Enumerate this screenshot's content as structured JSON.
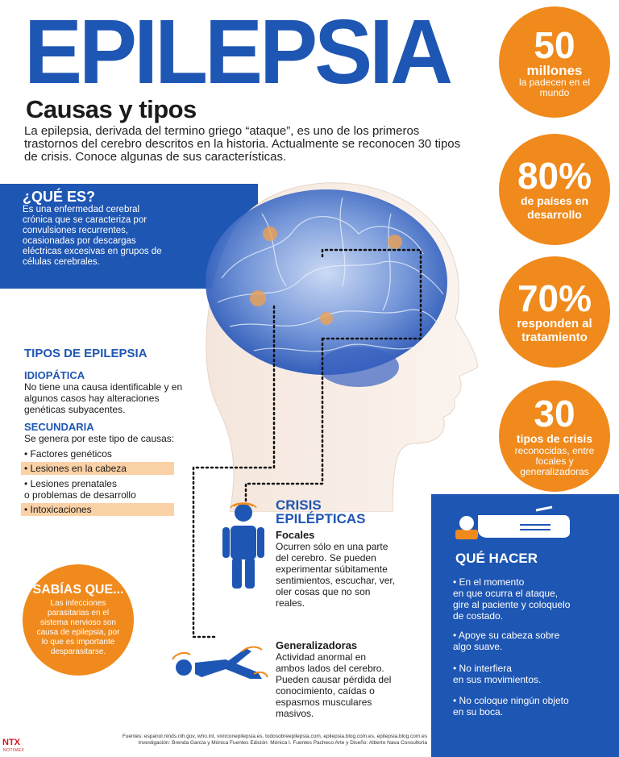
{
  "header": {
    "title": "EPILEPSIA",
    "subtitle": "Causas y tipos",
    "intro": "La epilepsia, derivada del termino griego “ataque”, es uno de los primeros trastornos del cerebro descritos en la historia. Actualmente se reconocen 30 tipos de crisis. Conoce algunas de sus características."
  },
  "stats": [
    {
      "num": "50",
      "l1": "millones",
      "l2": "la padecen en el mundo"
    },
    {
      "num": "80%",
      "l1": "de países en desarrollo",
      "l2": ""
    },
    {
      "num": "70%",
      "l1": "responden al tratamiento",
      "l2": ""
    },
    {
      "num": "30",
      "l1": "tipos de crisis",
      "l2": "reconocidas, entre focales y generalizadoras"
    }
  ],
  "que_es": {
    "title": "¿QUÉ ES?",
    "text": "Es una enfermedad cerebral crónica que se caracteriza por convulsiones recurrentes, ocasionadas por descargas eléctricas excesivas en grupos de células cerebrales."
  },
  "tipos": {
    "title": "TIPOS DE EPILEPSIA",
    "idiopatica_title": "IDIOPÁTICA",
    "idiopatica_text": "No tiene una causa identificable y en algunos casos hay alteraciones genéticas subyacentes.",
    "secundaria_title": "SECUNDARIA",
    "secundaria_text": "Se genera por este tipo de causas:",
    "causes": [
      "• Factores genéticos",
      "• Lesiones en la cabeza",
      "• Lesiones prenatales\n  o problemas de desarrollo",
      "• Intoxicaciones"
    ]
  },
  "sabias": {
    "title": "SABÍAS QUE...",
    "text": "Las infecciones parasitarias en el sistema nervioso son causa de epilepsia, por lo que es importante desparasitarse."
  },
  "crisis": {
    "title_line1": "CRISIS",
    "title_line2": "EPILÉPTICAS",
    "focal_title": "Focales",
    "focal_text": "Ocurren sólo en una parte del cerebro. Se pueden experimentar súbitamente sentimientos, escuchar, ver, oler cosas que no son reales.",
    "gen_title": "Generalizadoras",
    "gen_text": "Actividad anormal en ambos lados del cerebro. Pueden causar pérdida del conocimiento, caídas o espasmos musculares masivos."
  },
  "que_hacer": {
    "title": "QUÉ HACER",
    "steps": [
      "• En el momento\n  en que ocurra el ataque,\n  gire al paciente y coloquelo\n  de costado.",
      "• Apoye su cabeza sobre\n  algo suave.",
      "• No interfiera\n  en sus movimientos.",
      "• No coloque ningún objeto\n  en su boca."
    ]
  },
  "footer": {
    "line1": "Fuentes: espanol.ninds.nih.gov, who.int, vivirconepilepsia.es, todosobreepilepsia.com, epilepsia.blog.com.es, epilepsia.blog.com.es",
    "line2": "Investigación: Brenda García y Mónica Fuentes  Edición: Mónica I. Fuentes Pacheco  Arte y Diseño: Alberto Nava Consultoria",
    "logo": "NTX",
    "logo_sub": "NOTIMEX"
  },
  "colors": {
    "blue": "#1e56b3",
    "orange": "#f08a1c",
    "highlight": "#fbd1a6"
  }
}
